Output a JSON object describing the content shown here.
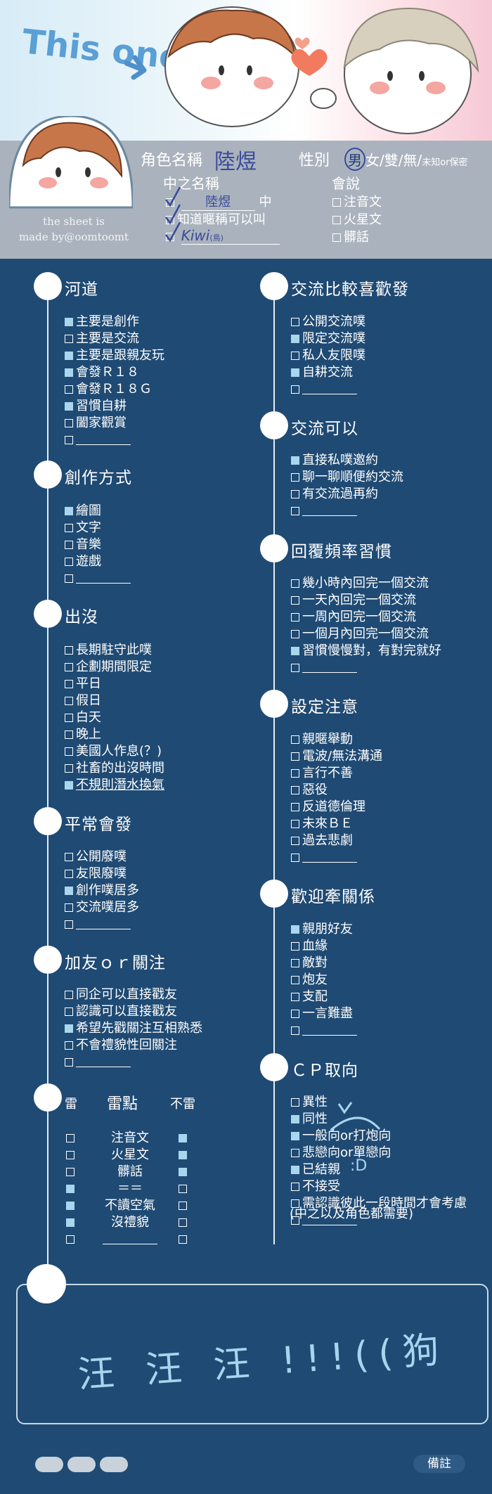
{
  "header": {
    "art_text": "This one",
    "credit_line1": "the sheet is",
    "credit_line2": "made by@oomtoomt",
    "char_name_label": "角色名稱",
    "char_name_value": "陸煜",
    "gender_label": "性別",
    "gender_selected": "男",
    "gender_rest": "女/雙/無/",
    "gender_unknown": "未知or保密",
    "cn_name_label": "中之名稱",
    "cn_opt1_value": "陸煜",
    "cn_opt1_suffix": "中",
    "cn_opt2": "知道暱稱可以叫",
    "cn_opt3_value": "Kiwi",
    "cn_opt3_note": "(鳥)",
    "lang_label": "會說",
    "lang_items": [
      "注音文",
      "火星文",
      "髒話"
    ]
  },
  "sections": {
    "hedao": {
      "title": "河道",
      "items": [
        {
          "label": "主要是創作",
          "checked": true
        },
        {
          "label": "主要是交流",
          "checked": false
        },
        {
          "label": "主要是跟親友玩",
          "checked": true
        },
        {
          "label": "會發Ｒ１８",
          "checked": true
        },
        {
          "label": "會發Ｒ１８Ｇ",
          "checked": false
        },
        {
          "label": "習慣自耕",
          "checked": true
        },
        {
          "label": "闔家觀賞",
          "checked": false
        },
        {
          "label": "",
          "checked": false
        }
      ]
    },
    "create": {
      "title": "創作方式",
      "items": [
        {
          "label": "繪圖",
          "checked": true
        },
        {
          "label": "文字",
          "checked": false
        },
        {
          "label": "音樂",
          "checked": false
        },
        {
          "label": "遊戲",
          "checked": false
        },
        {
          "label": "",
          "checked": false
        }
      ]
    },
    "appear": {
      "title": "出沒",
      "items": [
        {
          "label": "長期駐守此噗",
          "checked": false
        },
        {
          "label": "企劃期間限定",
          "checked": false
        },
        {
          "label": "平日",
          "checked": false
        },
        {
          "label": "假日",
          "checked": false
        },
        {
          "label": "白天",
          "checked": false
        },
        {
          "label": "晚上",
          "checked": false
        },
        {
          "label": "美國人作息(？)",
          "checked": false
        },
        {
          "label": "社畜的出沒時間",
          "checked": false
        },
        {
          "label": "不規則潛水換氣",
          "checked": true
        }
      ]
    },
    "usual": {
      "title": "平常會發",
      "items": [
        {
          "label": "公開廢噗",
          "checked": false
        },
        {
          "label": "友限廢噗",
          "checked": false
        },
        {
          "label": "創作噗居多",
          "checked": true
        },
        {
          "label": "交流噗居多",
          "checked": false
        },
        {
          "label": "",
          "checked": false
        }
      ]
    },
    "follow": {
      "title": "加友ｏｒ關注",
      "items": [
        {
          "label": "同企可以直接戳友",
          "checked": false
        },
        {
          "label": "認識可以直接戳友",
          "checked": false
        },
        {
          "label": "希望先戳關注互相熟悉",
          "checked": true
        },
        {
          "label": "不會禮貌性回關注",
          "checked": false
        },
        {
          "label": "",
          "checked": false
        }
      ]
    },
    "likeexchange": {
      "title": "交流比較喜歡發",
      "items": [
        {
          "label": "公開交流噗",
          "checked": false
        },
        {
          "label": "限定交流噗",
          "checked": true
        },
        {
          "label": "私人友限噗",
          "checked": false
        },
        {
          "label": "自耕交流",
          "checked": true
        },
        {
          "label": "",
          "checked": false
        }
      ]
    },
    "canexchange": {
      "title": "交流可以",
      "items": [
        {
          "label": "直接私噗邀約",
          "checked": true
        },
        {
          "label": "聊一聊順便約交流",
          "checked": false
        },
        {
          "label": "有交流過再約",
          "checked": false
        },
        {
          "label": "",
          "checked": false
        }
      ]
    },
    "reply": {
      "title": "回覆頻率習慣",
      "items": [
        {
          "label": "幾小時內回完一個交流",
          "checked": false
        },
        {
          "label": "一天內回完一個交流",
          "checked": false
        },
        {
          "label": "一周內回完一個交流",
          "checked": false
        },
        {
          "label": "一個月內回完一個交流",
          "checked": false
        },
        {
          "label": "習慣慢慢對，有對完就好",
          "checked": true
        },
        {
          "label": "",
          "checked": false
        }
      ]
    },
    "setting": {
      "title": "設定注意",
      "items": [
        {
          "label": "親暱舉動",
          "checked": false
        },
        {
          "label": "電波/無法溝通",
          "checked": false
        },
        {
          "label": "言行不善",
          "checked": false
        },
        {
          "label": "惡役",
          "checked": false
        },
        {
          "label": "反道德倫理",
          "checked": false
        },
        {
          "label": "未來ＢＥ",
          "checked": false
        },
        {
          "label": "過去悲劇",
          "checked": false
        },
        {
          "label": "",
          "checked": false
        }
      ]
    },
    "relation": {
      "title": "歡迎牽關係",
      "items": [
        {
          "label": "親朋好友",
          "checked": true
        },
        {
          "label": "血緣",
          "checked": false
        },
        {
          "label": "敵對",
          "checked": false
        },
        {
          "label": "炮友",
          "checked": false
        },
        {
          "label": "支配",
          "checked": false
        },
        {
          "label": "一言難盡",
          "checked": false
        },
        {
          "label": "",
          "checked": false
        }
      ]
    },
    "cp": {
      "title": "ＣＰ取向",
      "items": [
        {
          "label": "異性",
          "checked": false
        },
        {
          "label": "同性",
          "checked": true
        },
        {
          "label": "一般向or打炮向",
          "checked": true
        },
        {
          "label": "悲戀向or單戀向",
          "checked": false
        },
        {
          "label": "已結親",
          "checked": true
        },
        {
          "label": "不接受",
          "checked": false
        },
        {
          "label": "需認識彼此一段時間才會考慮",
          "checked": false
        },
        {
          "label": "",
          "checked": false
        }
      ],
      "note": "(中之以及角色都需要)",
      "smile": ":D"
    },
    "thunder": {
      "head_left": "雷",
      "head_mid": "雷點",
      "head_right": "不雷",
      "rows": [
        {
          "label": "注音文",
          "lei": false,
          "bulei": true
        },
        {
          "label": "火星文",
          "lei": false,
          "bulei": true
        },
        {
          "label": "髒話",
          "lei": false,
          "bulei": true
        },
        {
          "label": "＝＝",
          "lei": true,
          "bulei": false
        },
        {
          "label": "不讀空氣",
          "lei": true,
          "bulei": false
        },
        {
          "label": "沒禮貌",
          "lei": true,
          "bulei": false
        },
        {
          "label": "",
          "lei": false,
          "bulei": false
        }
      ]
    }
  },
  "memo": {
    "text": "汪 汪 汪 !!!((狗"
  },
  "footer": {
    "remark_label": "備註"
  },
  "colors": {
    "background": "#1f4a73",
    "checked": "#a9d6ee",
    "ink": "#3a4a9a",
    "header_gray": "#aab3bd"
  }
}
